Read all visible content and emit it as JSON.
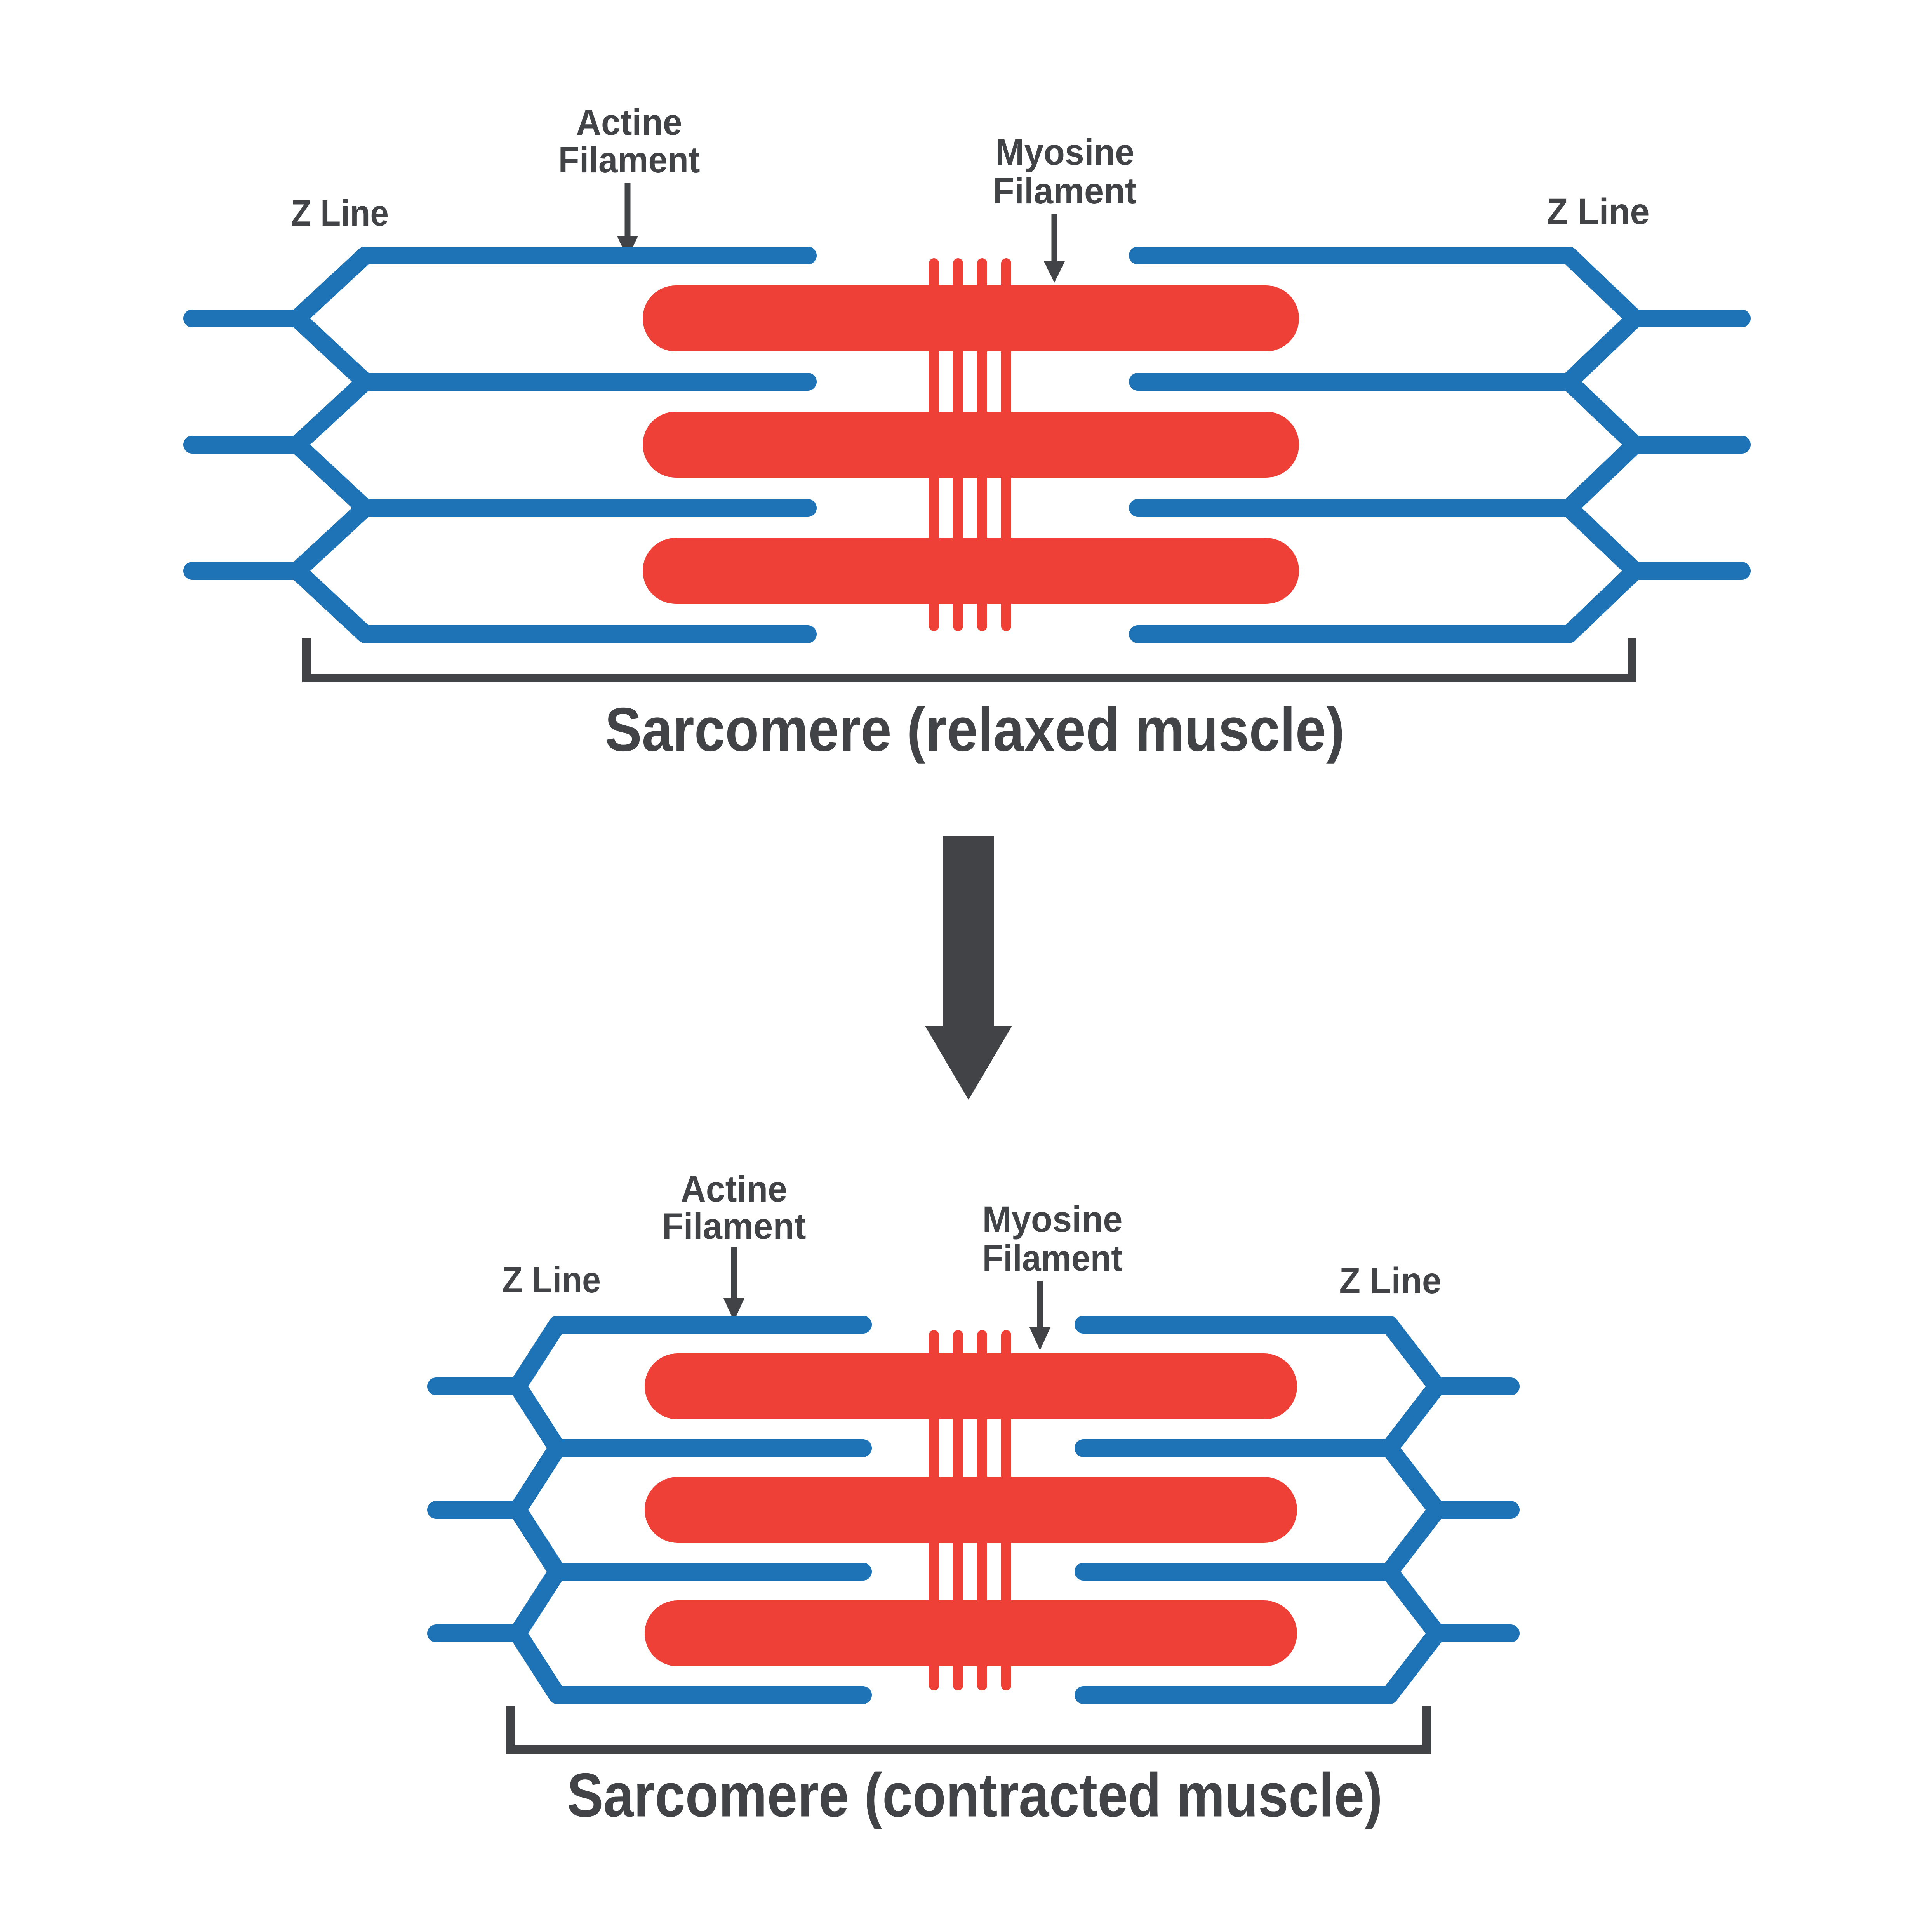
{
  "figure_title": "Sarcomere relaxed vs contracted muscle diagram",
  "colors": {
    "background": "#FFFFFF",
    "actin_blue": "#1E73B6",
    "myosin_red": "#EE4036",
    "label_dark": "#414347"
  },
  "top_diagram": {
    "z_line_left_label": "Z Line",
    "z_line_right_label": "Z Line",
    "actine_label": {
      "line1": "Actine",
      "line2": "Filament"
    },
    "myosine_label": {
      "line1": "Myosine",
      "line2": "Filament"
    },
    "caption": "Sarcomere (relaxed muscle)"
  },
  "bottom_diagram": {
    "z_line_left_label": "Z Line",
    "z_line_right_label": "Z Line",
    "actine_label": {
      "line1": "Actine",
      "line2": "Filament"
    },
    "myosine_label": {
      "line1": "Myosine",
      "line2": "Filament"
    },
    "caption": "Sarcomere (contracted muscle)"
  },
  "structure": {
    "myofibril_rows_per_diagram": 3,
    "crossbridge_ticks_per_diagram": 4,
    "z_lines_per_sarcomere": 2
  }
}
